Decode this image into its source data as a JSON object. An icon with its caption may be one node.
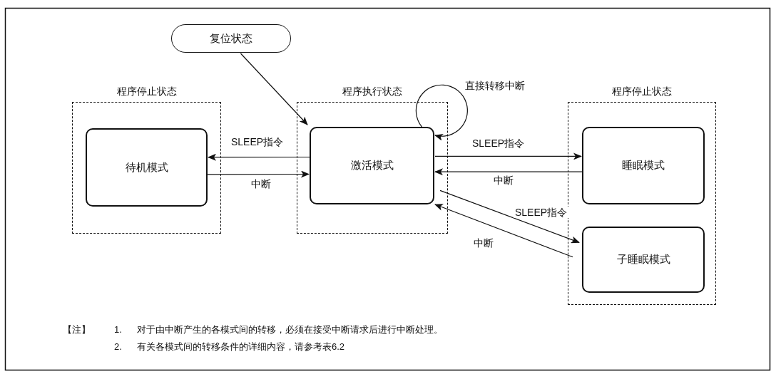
{
  "diagram": {
    "nodes": [
      {
        "text": [
          "复位状态"
        ]
      },
      {
        "text": [
          "程序停止状态"
        ]
      },
      {
        "text": [
          "待机模式"
        ],
        "in": 1
      },
      {
        "text": [
          "程序执行状态"
        ]
      },
      {
        "text": [
          "激活模式"
        ],
        "in": 3
      },
      {
        "text": [
          "程序停止状态"
        ]
      },
      {
        "text": [
          "睡眠模式"
        ],
        "in": 5
      },
      {
        "text": [
          "子睡眠模式"
        ],
        "in": 5
      }
    ],
    "edges": [
      {
        "from": 0,
        "to": 4,
        "arrow": "to"
      },
      {
        "from": 4,
        "to": 2,
        "arrow": "to",
        "label": "SLEEP指令"
      },
      {
        "from": 2,
        "to": 4,
        "arrow": "to",
        "label": "中断"
      },
      {
        "from": 4,
        "to": 4,
        "arrow": "to",
        "label": "直接转移中断"
      },
      {
        "from": 4,
        "to": 6,
        "arrow": "to",
        "label": "SLEEP指令"
      },
      {
        "from": 6,
        "to": 4,
        "arrow": "to",
        "label": "中断"
      },
      {
        "from": 4,
        "to": 7,
        "arrow": "to",
        "label": "SLEEP指令"
      },
      {
        "from": 7,
        "to": 4,
        "arrow": "to",
        "label": "中断"
      }
    ],
    "labels": [
      "【注】",
      "1.",
      "对于由中断产生的各模式间的转移，必须在接受中断请求后进行中断处理。",
      "2.",
      "有关各模式间的转移条件的详细内容，请参考表6.2"
    ]
  }
}
